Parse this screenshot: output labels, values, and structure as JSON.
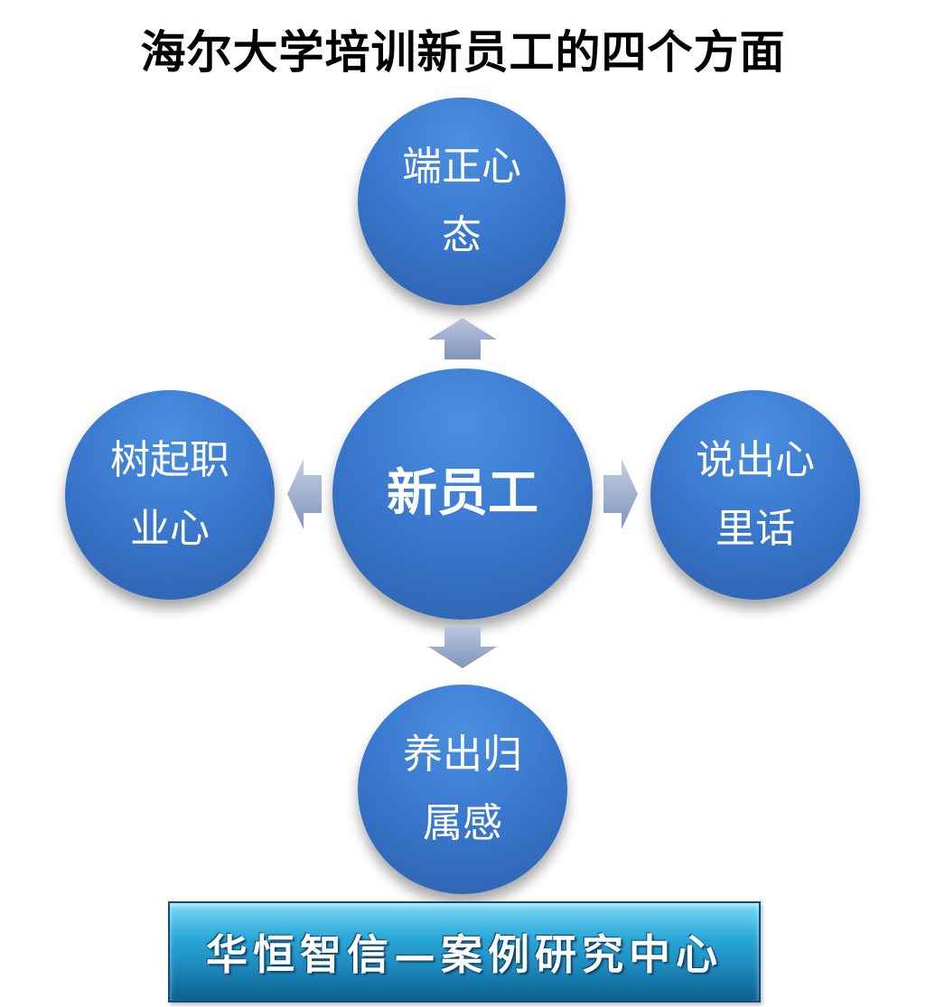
{
  "title": "海尔大学培训新员工的四个方面",
  "center": {
    "label": "新员工"
  },
  "nodes": {
    "top": "端正心态",
    "left": "树起职业心",
    "right": "说出心里话",
    "bottom": "养出归属感"
  },
  "banner": {
    "text": "华恒智信—案例研究中心"
  },
  "colors": {
    "node_blue": "#3a79cf",
    "arrow_gray_blue": "#8fa3c6",
    "banner_blue": "#1b84b8"
  }
}
